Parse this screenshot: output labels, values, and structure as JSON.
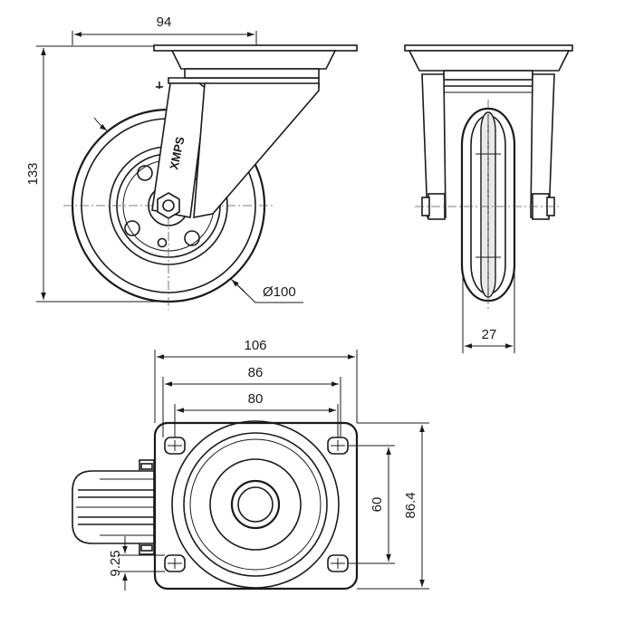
{
  "brand_mark": "XMPS",
  "dimensions": {
    "top_offset": "94",
    "total_height": "133",
    "wheel_diameter": "Ø100",
    "wheel_width": "27",
    "plate_width": "106",
    "plate_depth": "86",
    "hole_spacing_x": "80",
    "hole_spacing_y": "60",
    "plate_height": "86.4",
    "hole_diameter": "9.25"
  }
}
